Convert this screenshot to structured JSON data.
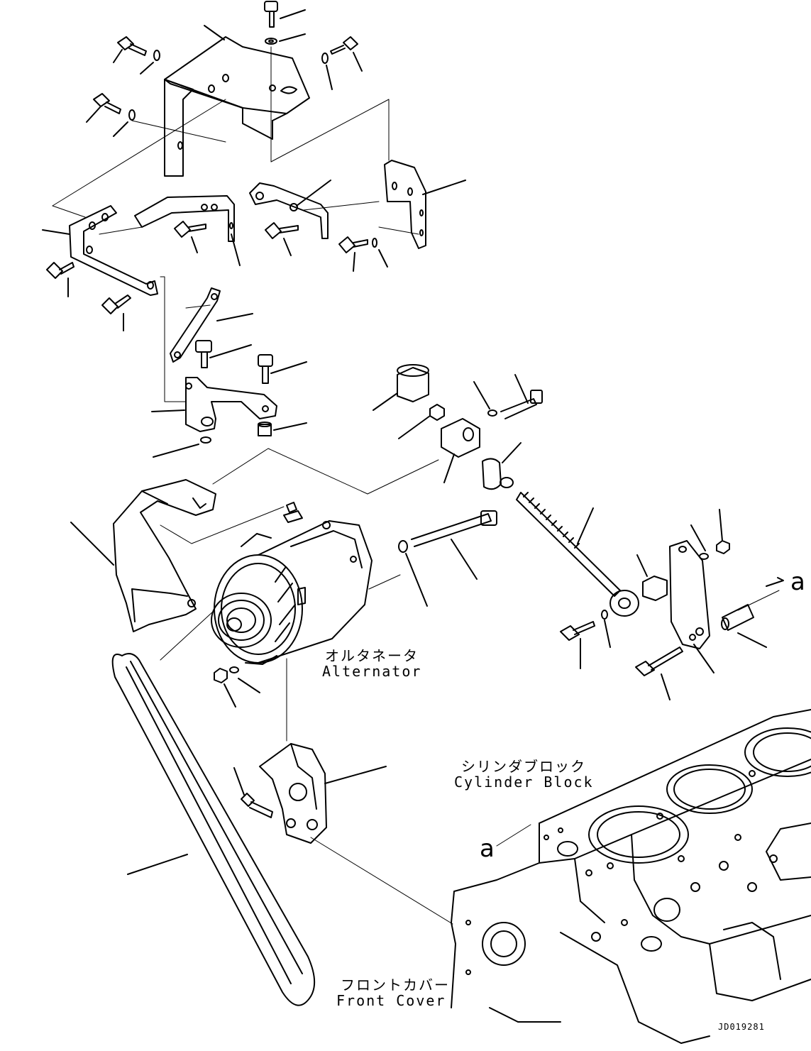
{
  "labels": {
    "alternator_jp": "オルタネータ",
    "alternator_en": "Alternator",
    "cylinder_block_jp": "シリンダブロック",
    "cylinder_block_en": "Cylinder Block",
    "front_cover_jp": "フロントカバー",
    "front_cover_en": "Front Cover",
    "view_arrow_right": "a",
    "view_arrow_left": "a",
    "drawing_code": "JD019281"
  },
  "colors": {
    "ink": "#000000",
    "paper": "#ffffff"
  }
}
